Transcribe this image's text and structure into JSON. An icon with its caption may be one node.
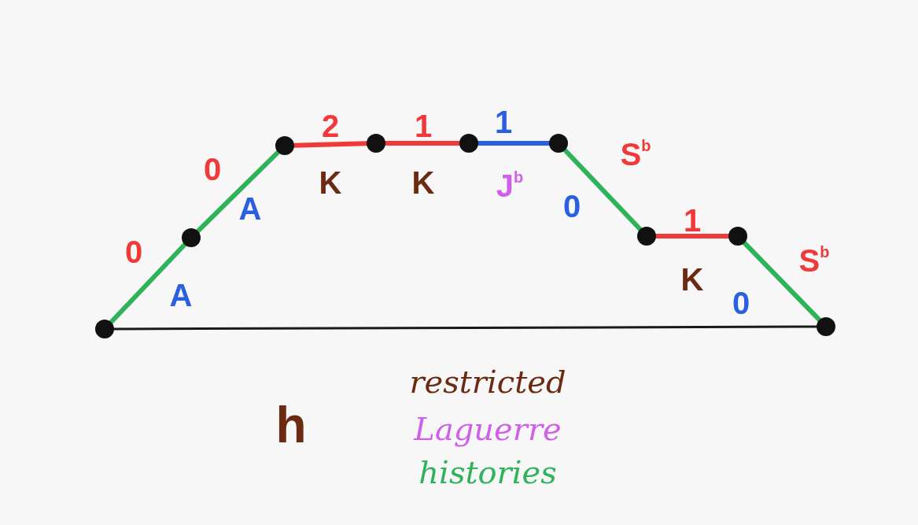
{
  "diagram": {
    "nodes": [
      {
        "text": [],
        "shape": "circle"
      },
      {
        "text": [],
        "shape": "circle"
      },
      {
        "text": [],
        "shape": "circle"
      },
      {
        "text": [],
        "shape": "circle"
      },
      {
        "text": [],
        "shape": "circle"
      },
      {
        "text": [],
        "shape": "circle"
      },
      {
        "text": [],
        "shape": "circle"
      },
      {
        "text": [],
        "shape": "circle"
      },
      {
        "text": [],
        "shape": "circle"
      }
    ],
    "edges": [
      {
        "from": 0,
        "to": 1,
        "arrow": "none",
        "color": "#2fb35a"
      },
      {
        "from": 1,
        "to": 2,
        "arrow": "none",
        "color": "#2fb35a"
      },
      {
        "from": 2,
        "to": 3,
        "arrow": "none",
        "color": "#f03a3a"
      },
      {
        "from": 3,
        "to": 4,
        "arrow": "none",
        "color": "#f03a3a"
      },
      {
        "from": 4,
        "to": 5,
        "arrow": "none",
        "color": "#2a5fe0"
      },
      {
        "from": 5,
        "to": 6,
        "arrow": "none",
        "color": "#2fb35a"
      },
      {
        "from": 6,
        "to": 7,
        "arrow": "none",
        "color": "#f03a3a"
      },
      {
        "from": 7,
        "to": 8,
        "arrow": "none",
        "color": "#2fb35a"
      },
      {
        "from": 0,
        "to": 8,
        "arrow": "none",
        "color": "#1a1a1a"
      }
    ],
    "labels": [
      "0",
      "A",
      "0",
      "A",
      "2",
      "K",
      "1",
      "K",
      "1",
      "J$^{b}$",
      "0",
      "S$^{b}$",
      "1",
      "K",
      "0",
      "S$^{b}$",
      "h",
      "restricted",
      "Laguerre",
      "histories"
    ]
  }
}
